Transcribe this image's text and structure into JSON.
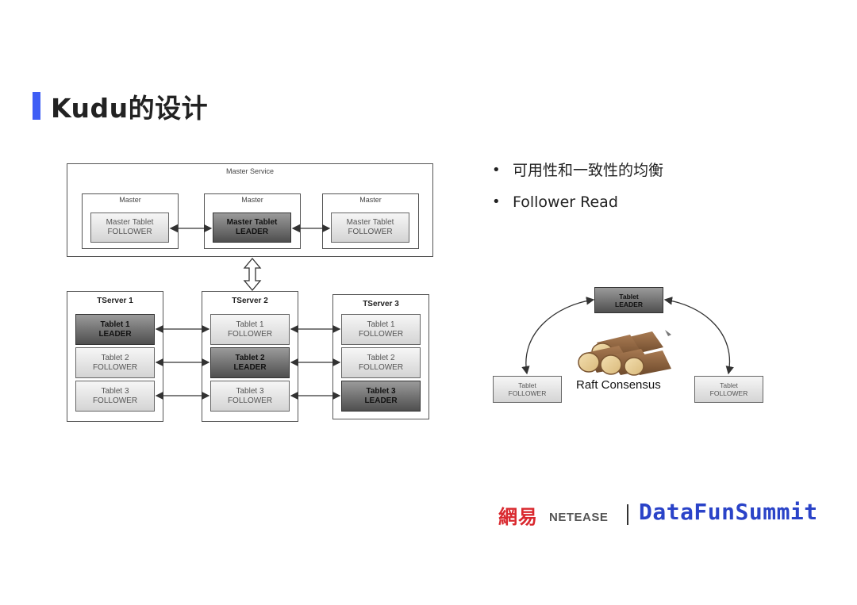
{
  "title": "Kudu的设计",
  "bullets": [
    "可用性和一致性的均衡",
    "Follower Read"
  ],
  "master_service": {
    "label": "Master Service",
    "masters": [
      {
        "label": "Master",
        "tablet": "Master Tablet",
        "role": "FOLLOWER",
        "leader": false
      },
      {
        "label": "Master",
        "tablet": "Master Tablet",
        "role": "LEADER",
        "leader": true
      },
      {
        "label": "Master",
        "tablet": "Master Tablet",
        "role": "FOLLOWER",
        "leader": false
      }
    ]
  },
  "tservers": [
    {
      "label": "TServer 1",
      "tablets": [
        {
          "name": "Tablet 1",
          "role": "LEADER",
          "leader": true
        },
        {
          "name": "Tablet 2",
          "role": "FOLLOWER",
          "leader": false
        },
        {
          "name": "Tablet 3",
          "role": "FOLLOWER",
          "leader": false
        }
      ]
    },
    {
      "label": "TServer 2",
      "tablets": [
        {
          "name": "Tablet 1",
          "role": "FOLLOWER",
          "leader": false
        },
        {
          "name": "Tablet 2",
          "role": "LEADER",
          "leader": true
        },
        {
          "name": "Tablet 3",
          "role": "FOLLOWER",
          "leader": false
        }
      ]
    },
    {
      "label": "TServer 3",
      "tablets": [
        {
          "name": "Tablet 1",
          "role": "FOLLOWER",
          "leader": false
        },
        {
          "name": "Tablet 2",
          "role": "FOLLOWER",
          "leader": false
        },
        {
          "name": "Tablet 3",
          "role": "LEADER",
          "leader": true
        }
      ]
    }
  ],
  "raft": {
    "leader": {
      "name": "Tablet",
      "role": "LEADER"
    },
    "left": {
      "name": "Tablet",
      "role": "FOLLOWER"
    },
    "right": {
      "name": "Tablet",
      "role": "FOLLOWER"
    },
    "label": "Raft Consensus"
  },
  "logos": {
    "netease_cn": "網易",
    "netease_en": "NETEASE",
    "datafun": "DataFunSummit"
  },
  "colors": {
    "accent": "#3f5ef5",
    "netease_red": "#d9282e",
    "datafun_blue": "#2a43c8",
    "leader_fill": "#5a5a5a",
    "follower_fill": "#e6e6e6"
  }
}
